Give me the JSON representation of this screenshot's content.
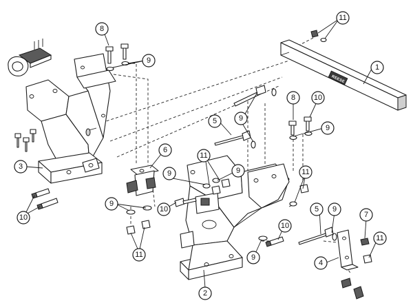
{
  "diagram": {
    "brand_plate": "REESE",
    "callouts": {
      "c1": "1",
      "c2": "2",
      "c3": "3",
      "c4": "4",
      "c5a": "5",
      "c5b": "5",
      "c6": "6",
      "c7": "7",
      "c8a": "8",
      "c8b": "8",
      "c9a": "9",
      "c9b": "9",
      "c9c": "9",
      "c9d": "9",
      "c9e": "9",
      "c9f": "9",
      "c9g": "9",
      "c9h": "9",
      "c10a": "10",
      "c10b": "10",
      "c10c": "10",
      "c10d": "10",
      "c11a": "11",
      "c11b": "11",
      "c11c": "11",
      "c11d": "11",
      "c11e": "11"
    }
  }
}
